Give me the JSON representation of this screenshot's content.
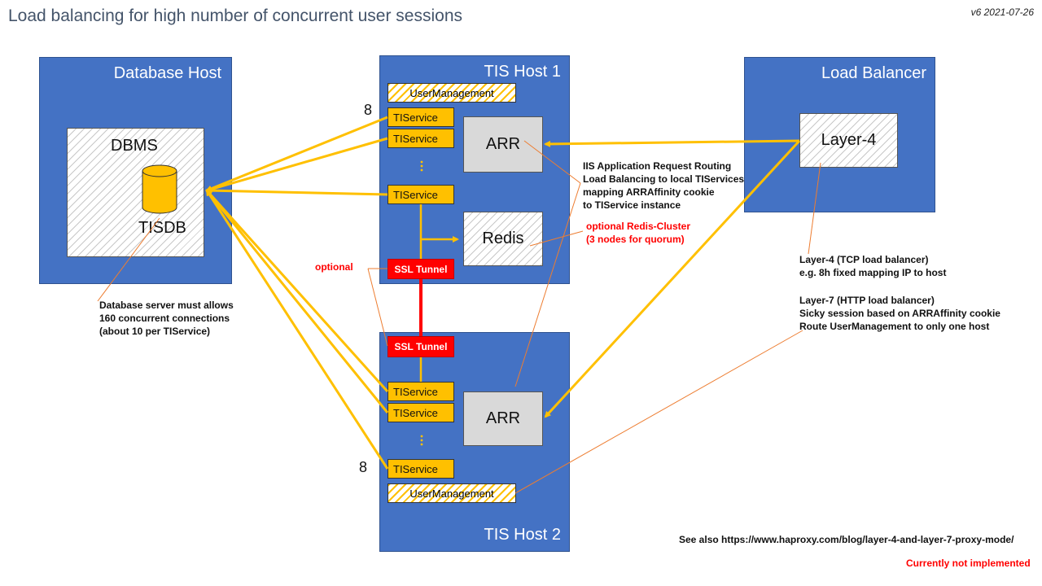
{
  "title": "Load balancing for  high number of concurrent user sessions",
  "version": "v6 2021-07-26",
  "db_host": {
    "label": "Database Host",
    "dbms_label": "DBMS",
    "db_label": "TISDB",
    "note": [
      "Database server must allows",
      "160  concurrent connections",
      "(about 10 per TIService)"
    ]
  },
  "tis_host1": {
    "label": "TIS Host 1",
    "user_management": "UserManagement",
    "count": "8",
    "services": [
      "TIService",
      "TIService",
      "TIService"
    ],
    "arr": "ARR",
    "redis": "Redis",
    "ssl": "SSL Tunnel"
  },
  "tis_host2": {
    "label": "TIS Host 2",
    "user_management": "UserManagement",
    "count": "8",
    "services": [
      "TIService",
      "TIService",
      "TIService"
    ],
    "arr": "ARR",
    "ssl": "SSL Tunnel"
  },
  "load_balancer": {
    "label": "Load Balancer",
    "layer4": "Layer-4"
  },
  "notes": {
    "optional": "optional",
    "iis": [
      "IIS Application Request Routing",
      "Load Balancing to local TIServices",
      "mapping ARRAffinity  cookie",
      "to TIService instance"
    ],
    "redis_cluster": [
      "optional Redis-Cluster",
      "(3 nodes for quorum)"
    ],
    "layer4": [
      "Layer-4 (TCP load balancer)",
      "e.g. 8h fixed mapping IP to host"
    ],
    "layer7": [
      "Layer-7 (HTTP load balancer)",
      "Sicky session based on ARRAffinity  cookie",
      "Route UserManagement to only one host"
    ],
    "see_also": "See also https://www.haproxy.com/blog/layer-4-and-layer-7-proxy-mode/",
    "not_implemented": "Currently not implemented"
  },
  "colors": {
    "host_blue": "#4472c4",
    "service_orange": "#ffc000",
    "ssl_red": "#ff0000",
    "callout_orange": "#ed7d31"
  },
  "icons": [
    "database-cylinder-icon",
    "ellipsis-dots-icon"
  ]
}
